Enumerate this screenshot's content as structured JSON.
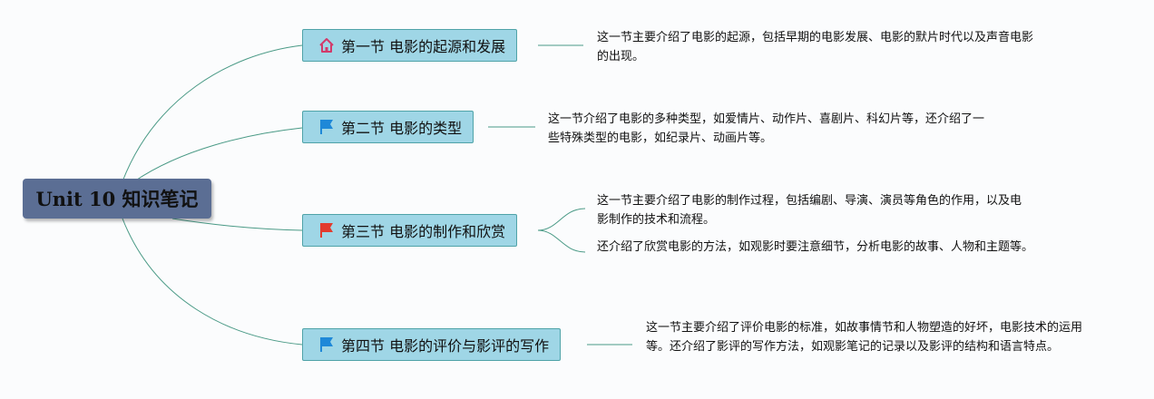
{
  "root": {
    "label": "Unit 10 知识笔记"
  },
  "colors": {
    "root_fill": "#5b6e94",
    "topic_fill": "#9fd6e6",
    "topic_border": "#4fa3a8",
    "connector": "#4a9a86",
    "home_icon": "#d23a6a",
    "flag_blue": "#1e88d8",
    "flag_red": "#e23b2e"
  },
  "topics": [
    {
      "icon": "home-icon",
      "label": "第一节 电影的起源和发展",
      "notes": [
        "这一节主要介绍了电影的起源，包括早期的电影发展、电影的默片时代以及声音电影的出现。"
      ]
    },
    {
      "icon": "blue-flag-icon",
      "label": "第二节 电影的类型",
      "notes": [
        "这一节介绍了电影的多种类型，如爱情片、动作片、喜剧片、科幻片等，还介绍了一些特殊类型的电影，如纪录片、动画片等。"
      ]
    },
    {
      "icon": "red-flag-icon",
      "label": "第三节 电影的制作和欣赏",
      "notes": [
        "这一节主要介绍了电影的制作过程，包括编剧、导演、演员等角色的作用，以及电影制作的技术和流程。",
        "还介绍了欣赏电影的方法，如观影时要注意细节，分析电影的故事、人物和主题等。"
      ]
    },
    {
      "icon": "blue-flag-icon",
      "label": "第四节 电影的评价与影评的写作",
      "notes": [
        "这一节主要介绍了评价电影的标准，如故事情节和人物塑造的好坏，电影技术的运用等。还介绍了影评的写作方法，如观影笔记的记录以及影评的结构和语言特点。"
      ]
    }
  ]
}
